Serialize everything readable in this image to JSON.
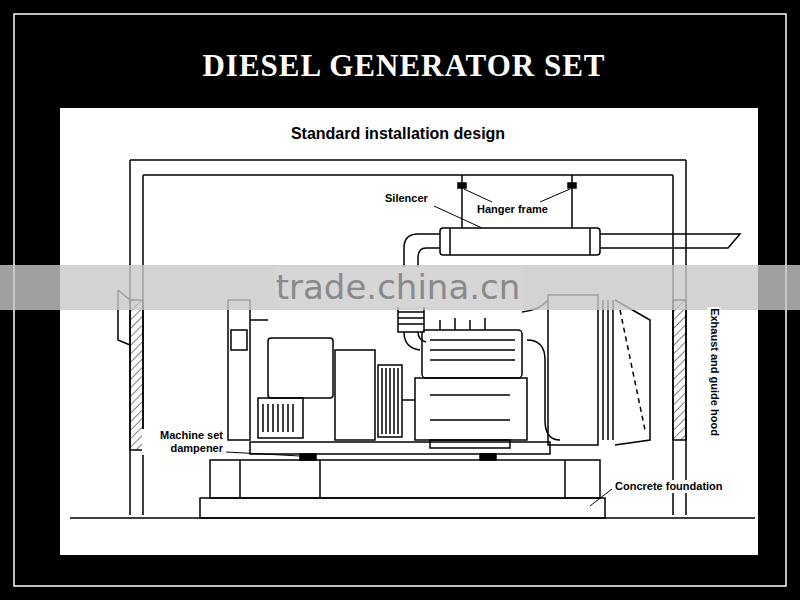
{
  "diagram": {
    "title": "DIESEL GENERATOR SET",
    "labels": [
      "Standard installation design",
      "Silencer",
      "Hanger frame",
      "Machine set dampener",
      "Concrete foundation",
      "Exhaust and guide hood",
      "trade.china.cn"
    ]
  }
}
